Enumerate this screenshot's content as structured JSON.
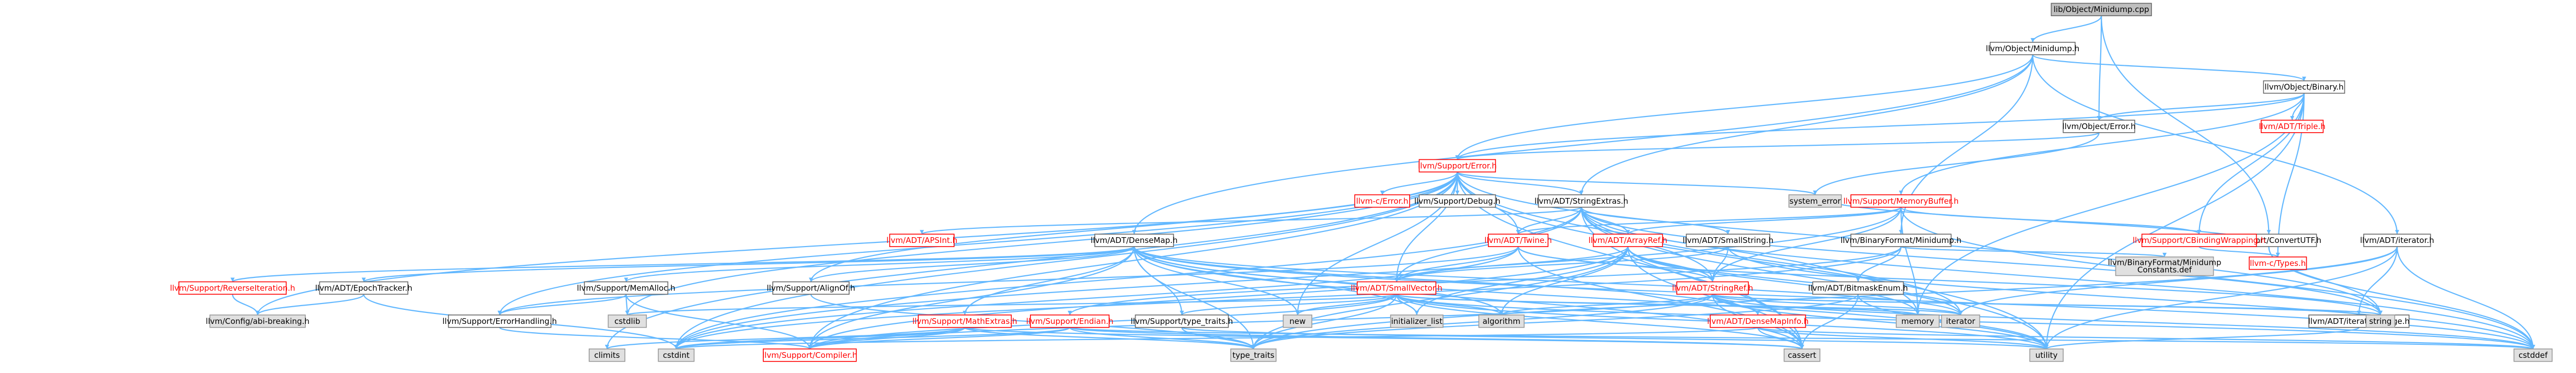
{
  "diagram": {
    "kind": "include-dependency-graph",
    "colors": {
      "edge": "#63b8ff",
      "root_fill": "#bfbfbf",
      "normal_fill": "#ffffff",
      "normal_border": "#666666",
      "normal_text": "#000000",
      "red_border": "#ff0000",
      "red_text": "#ff0000",
      "external_fill": "#e0e0e0",
      "external_border": "#999999"
    },
    "nodes": [
      {
        "id": "root",
        "label": "lib/Object/Minidump.cpp",
        "style": "root"
      },
      {
        "id": "minidump",
        "label": "llvm/Object/Minidump.h",
        "style": "normal"
      },
      {
        "id": "convertutf",
        "label": "llvm/Support/ConvertUTF.h",
        "style": "normal"
      },
      {
        "id": "binary",
        "label": "llvm/Object/Binary.h",
        "style": "normal"
      },
      {
        "id": "triple",
        "label": "llvm/ADT/Triple.h",
        "style": "red"
      },
      {
        "id": "objerror",
        "label": "llvm/Object/Error.h",
        "style": "normal"
      },
      {
        "id": "supporterror",
        "label": "llvm/Support/Error.h",
        "style": "red"
      },
      {
        "id": "cerror",
        "label": "llvm-c/Error.h",
        "style": "red"
      },
      {
        "id": "debug",
        "label": "llvm/Support/Debug.h",
        "style": "normal"
      },
      {
        "id": "stringextras",
        "label": "llvm/ADT/StringExtras.h",
        "style": "normal"
      },
      {
        "id": "systemerror",
        "label": "system_error",
        "style": "external"
      },
      {
        "id": "memorybuffer",
        "label": "llvm/Support/MemoryBuffer.h",
        "style": "red"
      },
      {
        "id": "cbinding",
        "label": "llvm/Support/CBindingWrapping.h",
        "style": "red"
      },
      {
        "id": "apsint",
        "label": "llvm/ADT/APSInt.h",
        "style": "red"
      },
      {
        "id": "densemap",
        "label": "llvm/ADT/DenseMap.h",
        "style": "normal"
      },
      {
        "id": "twine",
        "label": "llvm/ADT/Twine.h",
        "style": "red"
      },
      {
        "id": "arrayref",
        "label": "llvm/ADT/ArrayRef.h",
        "style": "red"
      },
      {
        "id": "smallstring",
        "label": "llvm/ADT/SmallString.h",
        "style": "normal"
      },
      {
        "id": "bfminidump",
        "label": "llvm/BinaryFormat/Minidump.h",
        "style": "normal"
      },
      {
        "id": "bfminidumpdef",
        "label": "llvm/BinaryFormat/Minidump\nConstants.def",
        "style": "external"
      },
      {
        "id": "ctypes",
        "label": "llvm-c/Types.h",
        "style": "red"
      },
      {
        "id": "iterator",
        "label": "llvm/ADT/iterator.h",
        "style": "normal"
      },
      {
        "id": "reverseiter",
        "label": "llvm/Support/ReverseIteration.h",
        "style": "red"
      },
      {
        "id": "epochtracker",
        "label": "llvm/ADT/EpochTracker.h",
        "style": "normal"
      },
      {
        "id": "memalloc",
        "label": "llvm/Support/MemAlloc.h",
        "style": "normal"
      },
      {
        "id": "alignof",
        "label": "llvm/Support/AlignOf.h",
        "style": "normal"
      },
      {
        "id": "smallvector",
        "label": "llvm/ADT/SmallVector.h",
        "style": "red"
      },
      {
        "id": "stringref",
        "label": "llvm/ADT/StringRef.h",
        "style": "red"
      },
      {
        "id": "bitmaskenum",
        "label": "llvm/ADT/BitmaskEnum.h",
        "style": "normal"
      },
      {
        "id": "configabi",
        "label": "llvm/Config/abi-breaking.h",
        "style": "external"
      },
      {
        "id": "errorhandling",
        "label": "llvm/Support/ErrorHandling.h",
        "style": "normal"
      },
      {
        "id": "cstdlib",
        "label": "cstdlib",
        "style": "external"
      },
      {
        "id": "mathextras",
        "label": "llvm/Support/MathExtras.h",
        "style": "red"
      },
      {
        "id": "endian",
        "label": "llvm/Support/Endian.h",
        "style": "red"
      },
      {
        "id": "typetraitsh",
        "label": "llvm/Support/type_traits.h",
        "style": "normal"
      },
      {
        "id": "new",
        "label": "new",
        "style": "external"
      },
      {
        "id": "initlist",
        "label": "initializer_list",
        "style": "external"
      },
      {
        "id": "algorithm",
        "label": "algorithm",
        "style": "external"
      },
      {
        "id": "densemapinfo",
        "label": "llvm/ADT/DenseMapInfo.h",
        "style": "red"
      },
      {
        "id": "iterrange",
        "label": "llvm/ADT/iterator_range.h",
        "style": "normal"
      },
      {
        "id": "iteratorstd",
        "label": "iterator",
        "style": "external"
      },
      {
        "id": "memory",
        "label": "memory",
        "style": "external"
      },
      {
        "id": "string",
        "label": "string",
        "style": "external"
      },
      {
        "id": "climits",
        "label": "climits",
        "style": "external"
      },
      {
        "id": "cstdint",
        "label": "cstdint",
        "style": "external"
      },
      {
        "id": "compiler",
        "label": "llvm/Support/Compiler.h",
        "style": "red"
      },
      {
        "id": "typetraits",
        "label": "type_traits",
        "style": "external"
      },
      {
        "id": "cassert",
        "label": "cassert",
        "style": "external"
      },
      {
        "id": "utility",
        "label": "utility",
        "style": "external"
      },
      {
        "id": "cstddef",
        "label": "cstddef",
        "style": "external"
      }
    ],
    "edges": [
      [
        "root",
        "minidump"
      ],
      [
        "root",
        "objerror"
      ],
      [
        "root",
        "convertutf"
      ],
      [
        "minidump",
        "stringextras"
      ],
      [
        "minidump",
        "binary"
      ],
      [
        "minidump",
        "bfminidump"
      ],
      [
        "minidump",
        "densemap"
      ],
      [
        "minidump",
        "supporterror"
      ],
      [
        "binary",
        "triple"
      ],
      [
        "binary",
        "objerror"
      ],
      [
        "binary",
        "supporterror"
      ],
      [
        "binary",
        "memorybuffer"
      ],
      [
        "binary",
        "cbinding"
      ],
      [
        "binary",
        "ctypes"
      ],
      [
        "binary",
        "memory"
      ],
      [
        "binary",
        "utility"
      ],
      [
        "objerror",
        "supporterror"
      ],
      [
        "objerror",
        "systemerror"
      ],
      [
        "supporterror",
        "cerror"
      ],
      [
        "supporterror",
        "debug"
      ],
      [
        "supporterror",
        "stringextras"
      ],
      [
        "supporterror",
        "twine"
      ],
      [
        "supporterror",
        "systemerror"
      ],
      [
        "supporterror",
        "smallvector"
      ],
      [
        "supporterror",
        "errorhandling"
      ],
      [
        "supporterror",
        "alignof"
      ],
      [
        "supporterror",
        "configabi"
      ],
      [
        "supporterror",
        "memory"
      ],
      [
        "supporterror",
        "new"
      ],
      [
        "supporterror",
        "cassert"
      ],
      [
        "supporterror",
        "climits"
      ],
      [
        "supporterror",
        "cstdint"
      ],
      [
        "supporterror",
        "cstdlib"
      ],
      [
        "supporterror",
        "string"
      ],
      [
        "supporterror",
        "compiler"
      ],
      [
        "supporterror",
        "utility"
      ],
      [
        "stringextras",
        "apsint"
      ],
      [
        "stringextras",
        "arrayref"
      ],
      [
        "stringextras",
        "smallstring"
      ],
      [
        "stringextras",
        "stringref"
      ],
      [
        "stringextras",
        "twine"
      ],
      [
        "stringextras",
        "iteratorstd"
      ],
      [
        "stringextras",
        "string"
      ],
      [
        "stringextras",
        "cstddef"
      ],
      [
        "stringextras",
        "cstdint"
      ],
      [
        "stringextras",
        "utility"
      ],
      [
        "stringextras",
        "cassert"
      ],
      [
        "stringextras",
        "smallvector"
      ],
      [
        "densemap",
        "epochtracker"
      ],
      [
        "densemap",
        "reverseiter"
      ],
      [
        "densemap",
        "memalloc"
      ],
      [
        "densemap",
        "alignof"
      ],
      [
        "densemap",
        "mathextras"
      ],
      [
        "densemap",
        "typetraitsh"
      ],
      [
        "densemap",
        "densemapinfo"
      ],
      [
        "densemap",
        "compiler"
      ],
      [
        "densemap",
        "algorithm"
      ],
      [
        "densemap",
        "cassert"
      ],
      [
        "densemap",
        "cstddef"
      ],
      [
        "densemap",
        "initlist"
      ],
      [
        "densemap",
        "iteratorstd"
      ],
      [
        "densemap",
        "new"
      ],
      [
        "densemap",
        "typetraits"
      ],
      [
        "densemap",
        "utility"
      ],
      [
        "twine",
        "smallvector"
      ],
      [
        "twine",
        "stringref"
      ],
      [
        "twine",
        "errorhandling"
      ],
      [
        "twine",
        "cassert"
      ],
      [
        "twine",
        "cstdint"
      ],
      [
        "twine",
        "string"
      ],
      [
        "arrayref",
        "smallvector"
      ],
      [
        "arrayref",
        "stringref"
      ],
      [
        "arrayref",
        "compiler"
      ],
      [
        "arrayref",
        "algorithm"
      ],
      [
        "arrayref",
        "cassert"
      ],
      [
        "arrayref",
        "iteratorstd"
      ],
      [
        "arrayref",
        "memory"
      ],
      [
        "arrayref",
        "typetraits"
      ],
      [
        "arrayref",
        "initlist"
      ],
      [
        "smallstring",
        "smallvector"
      ],
      [
        "smallstring",
        "stringref"
      ],
      [
        "smallstring",
        "cstddef"
      ],
      [
        "bfminidump",
        "bitmaskenum"
      ],
      [
        "bfminidump",
        "endian"
      ],
      [
        "bfminidump",
        "bfminidumpdef"
      ],
      [
        "bfminidump",
        "cstdint"
      ],
      [
        "memorybuffer",
        "cbinding"
      ],
      [
        "memorybuffer",
        "arrayref"
      ],
      [
        "memorybuffer",
        "twine"
      ],
      [
        "memorybuffer",
        "stringref"
      ],
      [
        "memorybuffer",
        "memory"
      ],
      [
        "memorybuffer",
        "cstddef"
      ],
      [
        "memorybuffer",
        "cstdint"
      ],
      [
        "cbinding",
        "ctypes"
      ],
      [
        "reverseiter",
        "configabi"
      ],
      [
        "epochtracker",
        "configabi"
      ],
      [
        "epochtracker",
        "cstdint"
      ],
      [
        "memalloc",
        "errorhandling"
      ],
      [
        "memalloc",
        "cstdlib"
      ],
      [
        "memalloc",
        "compiler"
      ],
      [
        "alignof",
        "typetraits"
      ],
      [
        "smallvector",
        "compiler"
      ],
      [
        "smallvector",
        "typetraitsh"
      ],
      [
        "smallvector",
        "algorithm"
      ],
      [
        "smallvector",
        "cassert"
      ],
      [
        "smallvector",
        "cstddef"
      ],
      [
        "smallvector",
        "cstdlib"
      ],
      [
        "smallvector",
        "cstring"
      ],
      [
        "smallvector",
        "functional"
      ],
      [
        "smallvector",
        "initlist"
      ],
      [
        "smallvector",
        "iteratorstd"
      ],
      [
        "smallvector",
        "limits"
      ],
      [
        "smallvector",
        "memory"
      ],
      [
        "smallvector",
        "new"
      ],
      [
        "smallvector",
        "typetraits"
      ],
      [
        "smallvector",
        "utility"
      ],
      [
        "stringref",
        "densemapinfo"
      ],
      [
        "stringref",
        "iteratorrange"
      ],
      [
        "stringref",
        "compiler"
      ],
      [
        "stringref",
        "algorithm"
      ],
      [
        "stringref",
        "cassert"
      ],
      [
        "stringref",
        "cstddef"
      ],
      [
        "stringref",
        "iteratorstd"
      ],
      [
        "stringref",
        "string"
      ],
      [
        "stringref",
        "typetraits"
      ],
      [
        "stringref",
        "utility"
      ],
      [
        "stringref",
        "iterrange"
      ],
      [
        "bitmaskenum",
        "cassert"
      ],
      [
        "bitmaskenum",
        "typetraits"
      ],
      [
        "bitmaskenum",
        "utility"
      ],
      [
        "errorhandling",
        "compiler"
      ],
      [
        "mathextras",
        "compiler"
      ],
      [
        "mathextras",
        "cassert"
      ],
      [
        "mathextras",
        "climits"
      ],
      [
        "mathextras",
        "cstdint"
      ],
      [
        "mathextras",
        "typetraits"
      ],
      [
        "endian",
        "compiler"
      ],
      [
        "endian",
        "cassert"
      ],
      [
        "endian",
        "cstddef"
      ],
      [
        "endian",
        "cstdint"
      ],
      [
        "endian",
        "typetraits"
      ],
      [
        "typetraitsh",
        "typetraits"
      ],
      [
        "typetraitsh",
        "utility"
      ],
      [
        "densemapinfo",
        "cassert"
      ],
      [
        "densemapinfo",
        "cstddef"
      ],
      [
        "densemapinfo",
        "cstdint"
      ],
      [
        "densemapinfo",
        "utility"
      ],
      [
        "iterator",
        "iterrange"
      ],
      [
        "iterator",
        "cstddef"
      ],
      [
        "iterator",
        "iteratorstd"
      ],
      [
        "iterator",
        "typetraits"
      ],
      [
        "iterator",
        "utility"
      ],
      [
        "iterrange",
        "utility"
      ],
      [
        "convertutf",
        "cstddef"
      ],
      [
        "convertutf",
        "string"
      ],
      [
        "convertutf",
        "systemerror"
      ],
      [
        "minidump",
        "iterator"
      ]
    ]
  }
}
